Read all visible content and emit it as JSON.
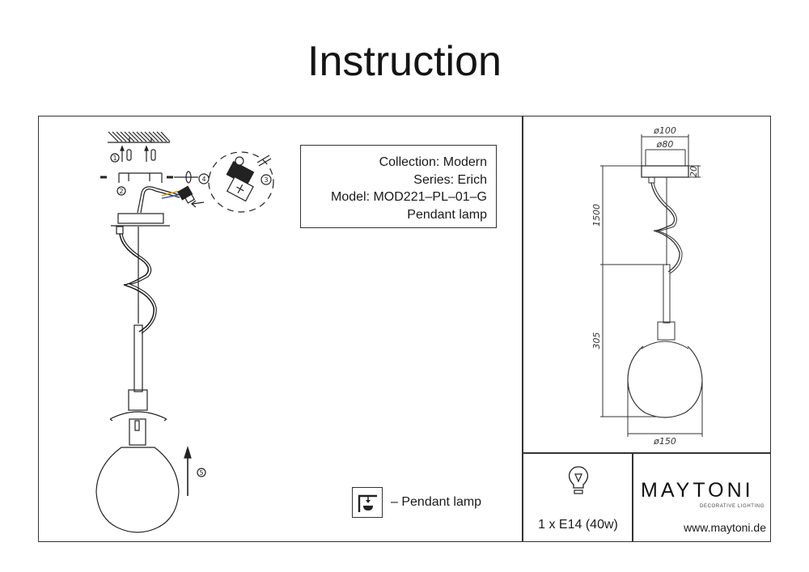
{
  "document": {
    "title": "Instruction"
  },
  "product_info": {
    "collection": "Collection: Modern",
    "series": "Series: Erich",
    "model": "Model: MOD221–PL–01–G",
    "type": "Pendant lamp"
  },
  "assembly_steps": {
    "step1": "1",
    "step2": "2",
    "step3": "3",
    "step4": "4",
    "step5": "5"
  },
  "legend": {
    "icon": "pendant-lamp-icon",
    "label": "– Pendant lamp"
  },
  "dimensions": {
    "canopy_outer": "ø100",
    "canopy_inner": "ø80",
    "canopy_height": "20",
    "cable_length": "1500",
    "lamp_height": "305",
    "shade_diameter": "ø150"
  },
  "bulb": {
    "icon": "light-bulb-icon",
    "spec": "1 x E14 (40w)"
  },
  "brand": {
    "name": "MAYTONI",
    "tagline": "DECORATIVE LIGHTING",
    "url": "www.maytoni.de"
  }
}
